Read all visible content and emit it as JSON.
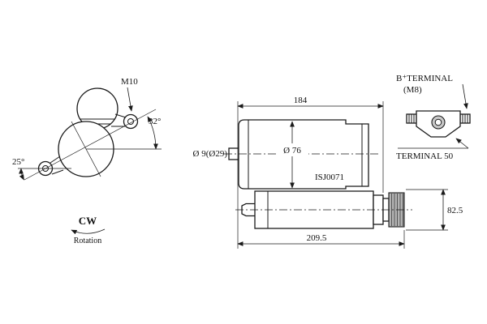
{
  "drawing": {
    "front_view": {
      "bolt_label": "M10",
      "lug_angle_right": "32°",
      "lug_angle_left": "25°",
      "rotation_abbr": "CW",
      "rotation_word": "Rotation"
    },
    "side_view": {
      "flange_length": "184",
      "shaft_dia": "Ø 9(Ø29)",
      "body_dia": "Ø 76",
      "part_number": "ISJ0071",
      "overall_length": "209.5",
      "drive_height": "82.5"
    },
    "terminal_detail": {
      "b_terminal": "B⁺TERMINAL",
      "b_terminal_thread": "(M8)",
      "terminal_50": "TERMINAL 50"
    }
  }
}
